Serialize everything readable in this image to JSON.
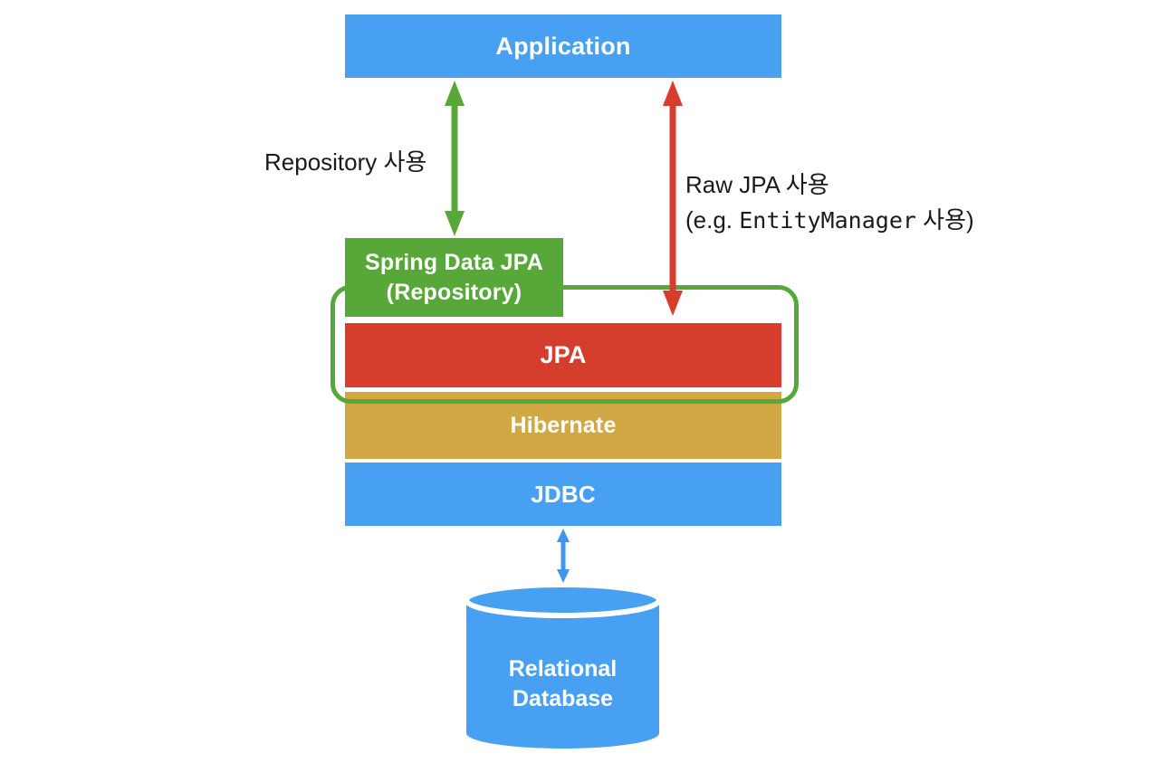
{
  "title": "Spring Data JPA architecture diagram",
  "colors": {
    "blue": "#47A0F2",
    "green": "#57A838",
    "red": "#D53D2C",
    "gold": "#D1A843",
    "arrow_blue": "#3E97ED",
    "ink": "#1A1A1A"
  },
  "boxes": {
    "application": {
      "label": "Application"
    },
    "spring_data_jpa": {
      "line1": "Spring Data JPA",
      "line2": "(Repository)"
    },
    "jpa": {
      "label": "JPA"
    },
    "hibernate": {
      "label": "Hibernate"
    },
    "jdbc": {
      "label": "JDBC"
    }
  },
  "annotations": {
    "repository_usage": "Repository 사용",
    "raw_jpa_line1": "Raw JPA 사용",
    "raw_jpa_line2_prefix": "(e.g. ",
    "raw_jpa_line2_code": "EntityManager",
    "raw_jpa_line2_suffix": " 사용)"
  },
  "database": {
    "line1": "Relational",
    "line2": "Database"
  },
  "arrows": [
    {
      "name": "application-spring-data-jpa",
      "direction": "both",
      "color": "green"
    },
    {
      "name": "application-jpa",
      "direction": "both",
      "color": "red"
    },
    {
      "name": "jdbc-database",
      "direction": "both",
      "color": "blue"
    }
  ]
}
